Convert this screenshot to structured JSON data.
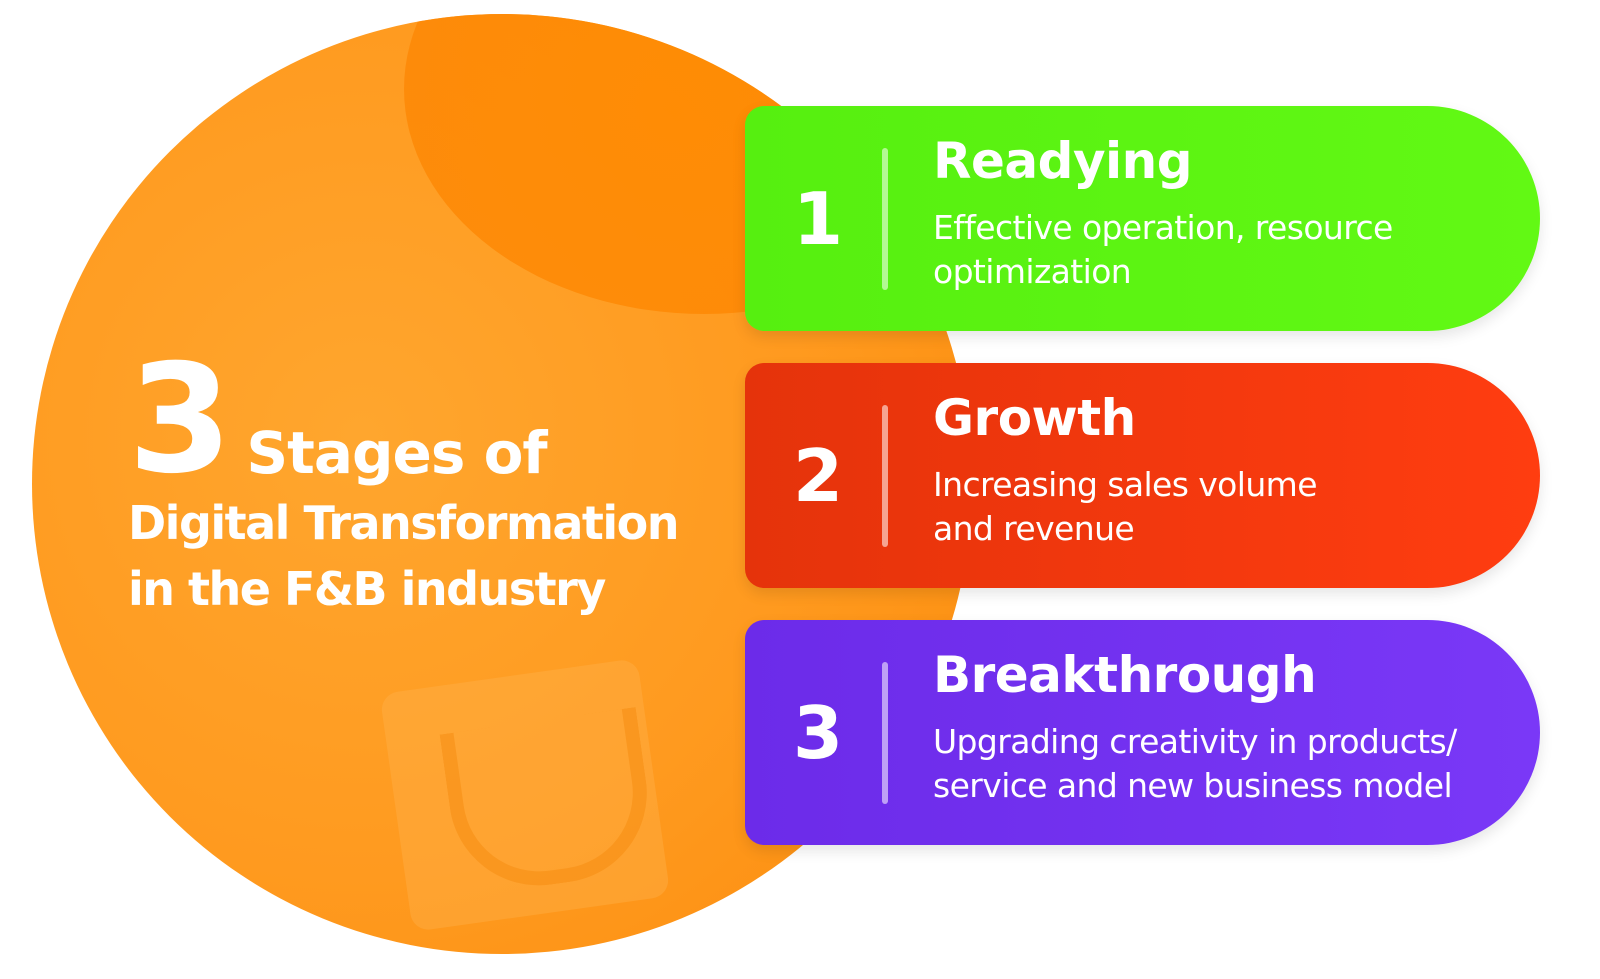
{
  "headline": {
    "number": "3",
    "line1": "Stages of",
    "line2": "Digital Transformation",
    "line3": "in the F&B industry"
  },
  "stages": [
    {
      "number": "1",
      "title": "Readying",
      "description": "Effective operation, resource optimization",
      "color": "#5ff513"
    },
    {
      "number": "2",
      "title": "Growth",
      "description": "Increasing sales volume and revenue",
      "color": "#f5380e"
    },
    {
      "number": "3",
      "title": "Breakthrough",
      "description": "Upgrading creativity in products/ service and new business model",
      "color": "#7333f2"
    }
  ],
  "colors": {
    "circle": "#ff9a1f",
    "text": "#ffffff"
  },
  "icons": {
    "background_decoration": "shopping-bag-icon"
  }
}
